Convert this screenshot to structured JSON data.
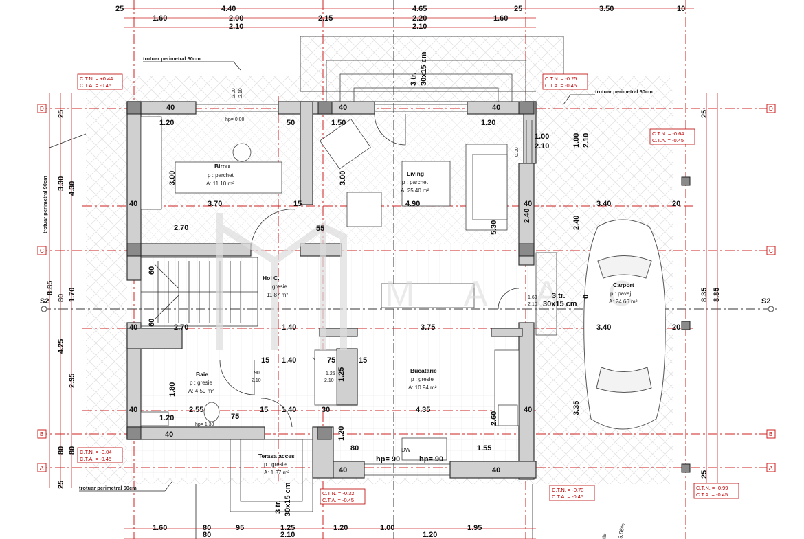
{
  "top_dims": {
    "row1": [
      "25",
      "4.40",
      "4.65",
      "25",
      "3.50",
      "10"
    ],
    "row2": [
      "1.60",
      "2.00",
      "2.15",
      "2.20",
      "1.60"
    ],
    "row3": [
      "2.10",
      "2.10"
    ]
  },
  "bottom_dims": {
    "row1": [
      "1.60",
      "80",
      "95",
      "1.25",
      "1.20",
      "1.00",
      "1.95"
    ],
    "row2": [
      "80",
      "2.10",
      "1.20"
    ]
  },
  "left_dims": [
    "25",
    "3.30",
    "4.30",
    "80",
    "8.85",
    "1.70",
    "4.25",
    "2.95",
    "80",
    "80",
    "25"
  ],
  "right_dims": [
    "25",
    "1.00",
    "2.10",
    "2.40",
    "0",
    "8.35",
    "8.85",
    "3.35",
    "25"
  ],
  "axes": {
    "D": "D",
    "C": "C",
    "B": "B",
    "A": "A",
    "S2": "S2"
  },
  "walkways": {
    "top": "trotuar perimetral 60cm",
    "right": "trotuar perimetral 60cm",
    "left": "trotuar perimetral 90cm",
    "bottom": "trotuar perimetral 60cm"
  },
  "levels": [
    {
      "tn": "C.T.N. = +0.44",
      "ta": "C.T.A. = -0.45"
    },
    {
      "tn": "C.T.N. = -0.25",
      "ta": "C.T.A. = -0.45"
    },
    {
      "tn": "C.T.N. = -0.64",
      "ta": "C.T.A. = -0.45"
    },
    {
      "tn": "C.T.N. = -0.04",
      "ta": "C.T.A. = -0.45"
    },
    {
      "tn": "C.T.N. = -0.32",
      "ta": "C.T.A. = -0.45"
    },
    {
      "tn": "C.T.N. = -0.73",
      "ta": "C.T.A. = -0.45"
    },
    {
      "tn": "C.T.N. = -0.99",
      "ta": "C.T.A. = -0.45"
    }
  ],
  "rooms": {
    "birou": {
      "name": "Birou",
      "floor": "p : parchet",
      "area": "A: 11.10 m²"
    },
    "living": {
      "name": "Living",
      "floor": "p : parchet",
      "area": "A: 25.40 m²"
    },
    "hol": {
      "name": "Hol C.",
      "floor": "gresie",
      "area": "11.87 m²"
    },
    "baie": {
      "name": "Baie",
      "floor": "p : gresie",
      "area": "A: 4.59 m²"
    },
    "bucatarie": {
      "name": "Bucatarie",
      "floor": "p : gresie",
      "area": "A: 10.94 m²"
    },
    "terasa": {
      "name": "Terasa acces",
      "floor": "p : gresie",
      "area": "A: 1.37 m²"
    },
    "carport": {
      "name": "Carport",
      "floor": "p : pavaj",
      "area": "A: 24.66 m²"
    }
  },
  "inner_dims": {
    "birou_w": "3.70",
    "birou_h": "3.00",
    "living_w": "4.90",
    "living_h": "3.00",
    "kitchen_w": "4.35",
    "hall_w1": "2.70",
    "hall_w2": "2.70",
    "hall_w3": "1.40",
    "hall_w4": "3.75",
    "baie_w": "2.55",
    "baie_h": "1.80",
    "carport_w1": "3.40",
    "carport_w2": "3.40",
    "w40": "40",
    "w15": "15",
    "w50": "50",
    "w55": "55",
    "w20": "20",
    "w60": "60",
    "w75": "75",
    "w30": "30",
    "d120": "1.20",
    "d150": "1.50",
    "d140": "1.40",
    "d155": "1.55",
    "d125": "1.25",
    "d210": "2.10",
    "d200": "2.00",
    "d100": "1.00",
    "d240": "2.40",
    "d260": "2.60",
    "d530": "5.30",
    "d160": "1.60",
    "d080": "80",
    "d090": "90",
    "d000": "0.00",
    "hp000": "hp= 0.00",
    "hp130": "hp= 1.30",
    "hp90a": "hp= 90",
    "hp90b": "hp= 90",
    "dw": "DW"
  },
  "stairs": {
    "top": "3 tr.",
    "top_size": "30x15 cm",
    "mid": "3 tr.",
    "mid_size": "30x15 cm",
    "bottom": "3 tr.",
    "bottom_size": "30x15 cm"
  },
  "watermark": "M A A C",
  "slope_note": "tie",
  "slope_value": "5.68%"
}
